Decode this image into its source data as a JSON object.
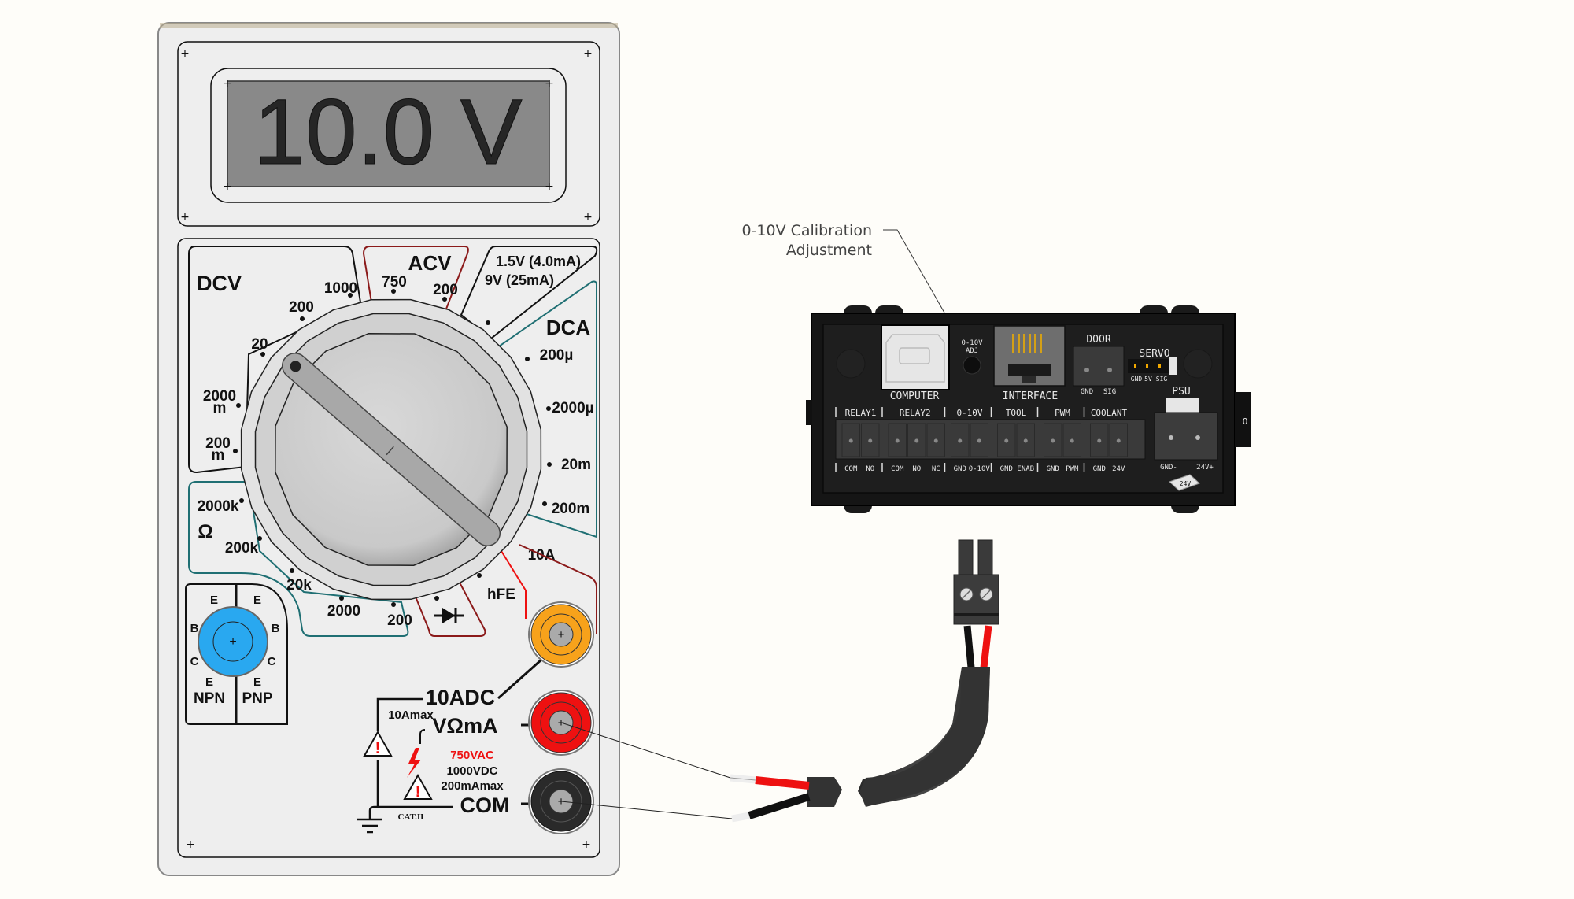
{
  "multimeter": {
    "display_reading": "10.0 V",
    "dial": {
      "sections": {
        "dcv": {
          "title": "DCV",
          "ranges": [
            "1000",
            "200",
            "20",
            "2000",
            "m",
            "200",
            "m"
          ]
        },
        "acv": {
          "title": "ACV",
          "ranges": [
            "750",
            "200"
          ]
        },
        "battery": {
          "line1": "1.5V (4.0mA)",
          "line2": "9V (25mA)"
        },
        "dca": {
          "title": "DCA",
          "ranges": [
            "200µ",
            "2000µ",
            "20m",
            "200m"
          ]
        },
        "ohm": {
          "symbol": "Ω",
          "ranges": [
            "2000k",
            "200k",
            "20k",
            "2000",
            "200"
          ]
        },
        "amp10": "10A",
        "hfe": "hFE",
        "diode_symbol": "diode"
      },
      "selected_position": "20 DCV"
    },
    "transistor_socket": {
      "npn_label": "NPN",
      "pnp_label": "PNP",
      "pins_left": [
        "E",
        "B",
        "C",
        "E"
      ],
      "pins_right": [
        "E",
        "B",
        "C",
        "E"
      ]
    },
    "jacks": {
      "adc_label": "10ADC",
      "adc_max": "10Amax",
      "vohm_label": "VΩmA",
      "com_label": "COM",
      "warning_vac": "750VAC",
      "warning_vdc": "1000VDC",
      "warning_ma": "200mAmax",
      "category": "CAT.II"
    },
    "colors": {
      "jack_10a": "#f7a21b",
      "jack_v": "#ee1111",
      "jack_com": "#2a2a2a",
      "socket": "#29a8f0",
      "acv_border": "#8b1a1a",
      "dca_border": "#1f6f73",
      "warning_red": "#ee1111"
    }
  },
  "callout": {
    "line1": "0-10V Calibration",
    "line2": "Adjustment"
  },
  "controller": {
    "top_ports": {
      "computer": "COMPUTER",
      "adj_line1": "0-10V",
      "adj_line2": "ADJ",
      "interface": "INTERFACE",
      "door": "DOOR",
      "door_pins": [
        "GND",
        "SIG"
      ],
      "servo": "SERVO",
      "servo_pins": [
        "GND",
        "5V",
        "SIG"
      ],
      "psu": "PSU"
    },
    "terminal_groups": [
      {
        "name": "RELAY1",
        "pins": [
          "COM",
          "NO"
        ]
      },
      {
        "name": "RELAY2",
        "pins": [
          "COM",
          "NO",
          "NC"
        ]
      },
      {
        "name": "0-10V",
        "pins": [
          "GND",
          "0-10V"
        ]
      },
      {
        "name": "TOOL",
        "pins": [
          "GND",
          "ENAB"
        ]
      },
      {
        "name": "PWM",
        "pins": [
          "GND",
          "PWM"
        ]
      },
      {
        "name": "COOLANT",
        "pins": [
          "GND",
          "24V"
        ]
      }
    ],
    "psu_pins": [
      "GND-",
      "24V+"
    ],
    "psu_badge": "24V",
    "power_switch_label": "O"
  },
  "cable": {
    "wire_colors": [
      "#ee1111",
      "#111111"
    ],
    "connector_pins": 2
  }
}
